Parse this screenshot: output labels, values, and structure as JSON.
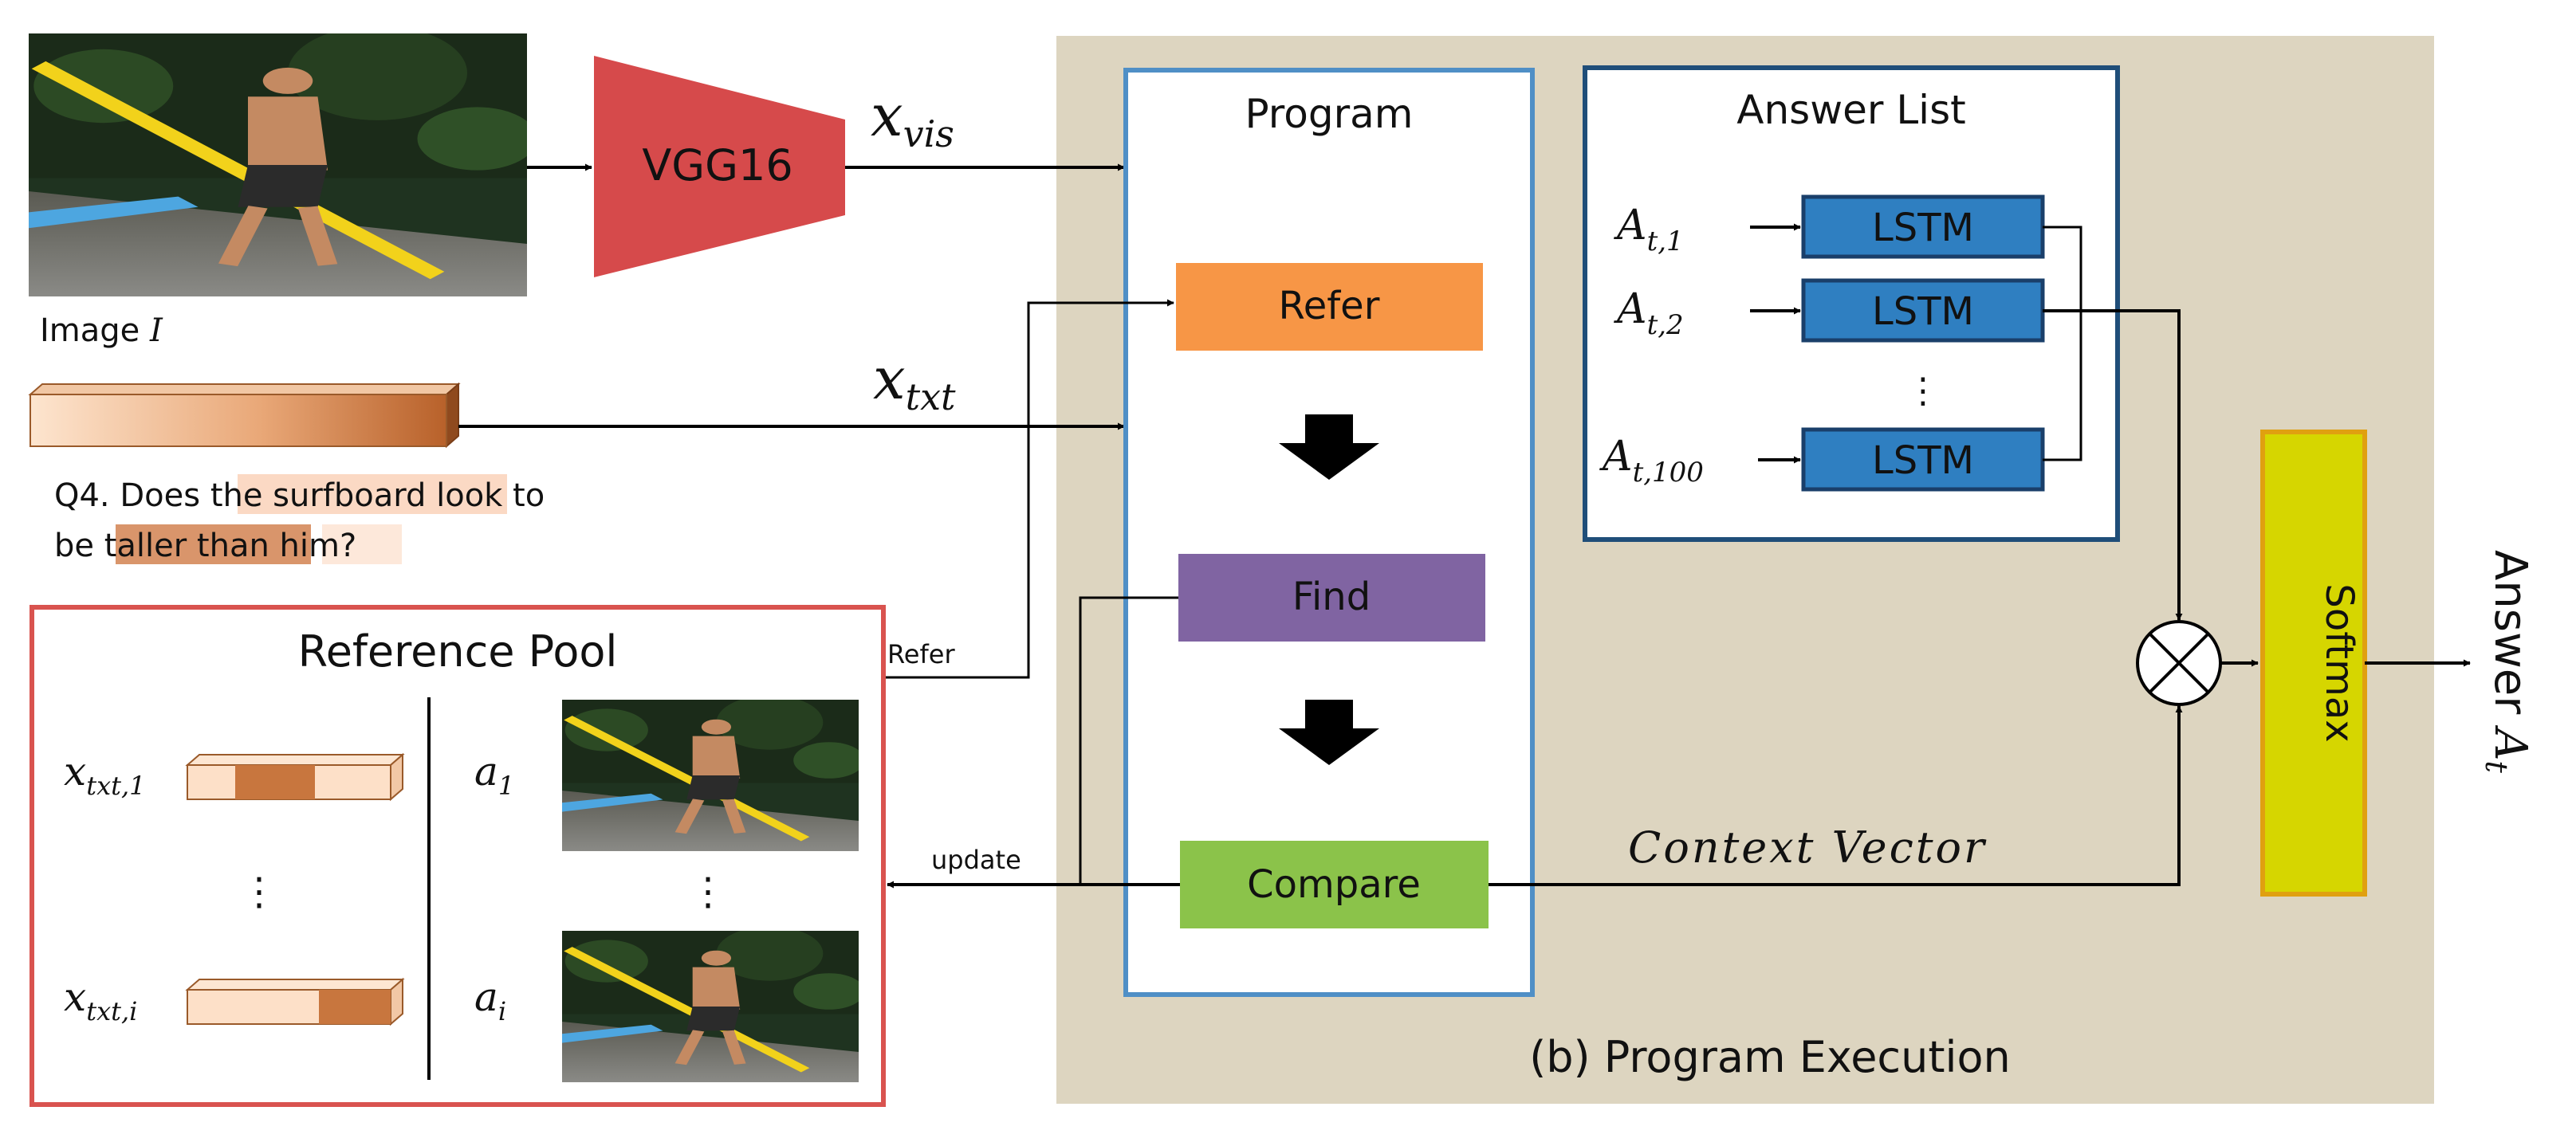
{
  "colors": {
    "background": "#ffffff",
    "exec_panel": "#ddd5c0",
    "vgg": "#d64a4b",
    "program_border": "#4f8fc6",
    "refer": "#f79646",
    "find": "#8064a2",
    "compare": "#8bc34a",
    "lstm": "#2f7fc1",
    "lstm_border": "#1a3f6a",
    "answer_list_border": "#1f4e79",
    "softmax": "#d6d600",
    "softmax_border": "#e0a010",
    "ref_pool_border": "#d9534f",
    "highlight_light": "#fbd9c4",
    "highlight_dark": "#d9956b",
    "bar_light": "#fce0c8",
    "bar_dark": "#c8763e"
  },
  "image": {
    "caption_prefix": "Image ",
    "caption_var": "I"
  },
  "vgg": {
    "label": "VGG16"
  },
  "labels": {
    "x_vis_main": "x",
    "x_vis_sub": "vis",
    "x_txt_main": "x",
    "x_txt_sub": "txt",
    "refer_arrow": "Refer",
    "update_arrow": "update",
    "context_vector": "Context Vector",
    "answer_prefix": "Answer ",
    "answer_var": "A",
    "answer_sub": "t"
  },
  "question": {
    "line1": [
      "Q4. Does ",
      "the surfboard",
      " look to"
    ],
    "line2": [
      "be ",
      "taller than",
      " ",
      "him",
      "?"
    ]
  },
  "program": {
    "title": "Program",
    "modules": [
      "Refer",
      "Find",
      "Compare"
    ]
  },
  "answer_list": {
    "title": "Answer List",
    "rows": [
      {
        "var": "A",
        "sub": "t,1",
        "label": "LSTM"
      },
      {
        "var": "A",
        "sub": "t,2",
        "label": "LSTM"
      },
      {
        "var": "A",
        "sub": "t,100",
        "label": "LSTM"
      }
    ],
    "ellipsis": "⋮"
  },
  "softmax": {
    "label": "Softmax"
  },
  "reference_pool": {
    "title": "Reference Pool",
    "rows": [
      {
        "x_main": "x",
        "x_sub": "txt,1",
        "a_main": "a",
        "a_sub": "1"
      },
      {
        "x_main": "x",
        "x_sub": "txt,i",
        "a_main": "a",
        "a_sub": "i"
      }
    ],
    "ellipsis": "⋮"
  },
  "section_caption": "(b) Program Execution"
}
